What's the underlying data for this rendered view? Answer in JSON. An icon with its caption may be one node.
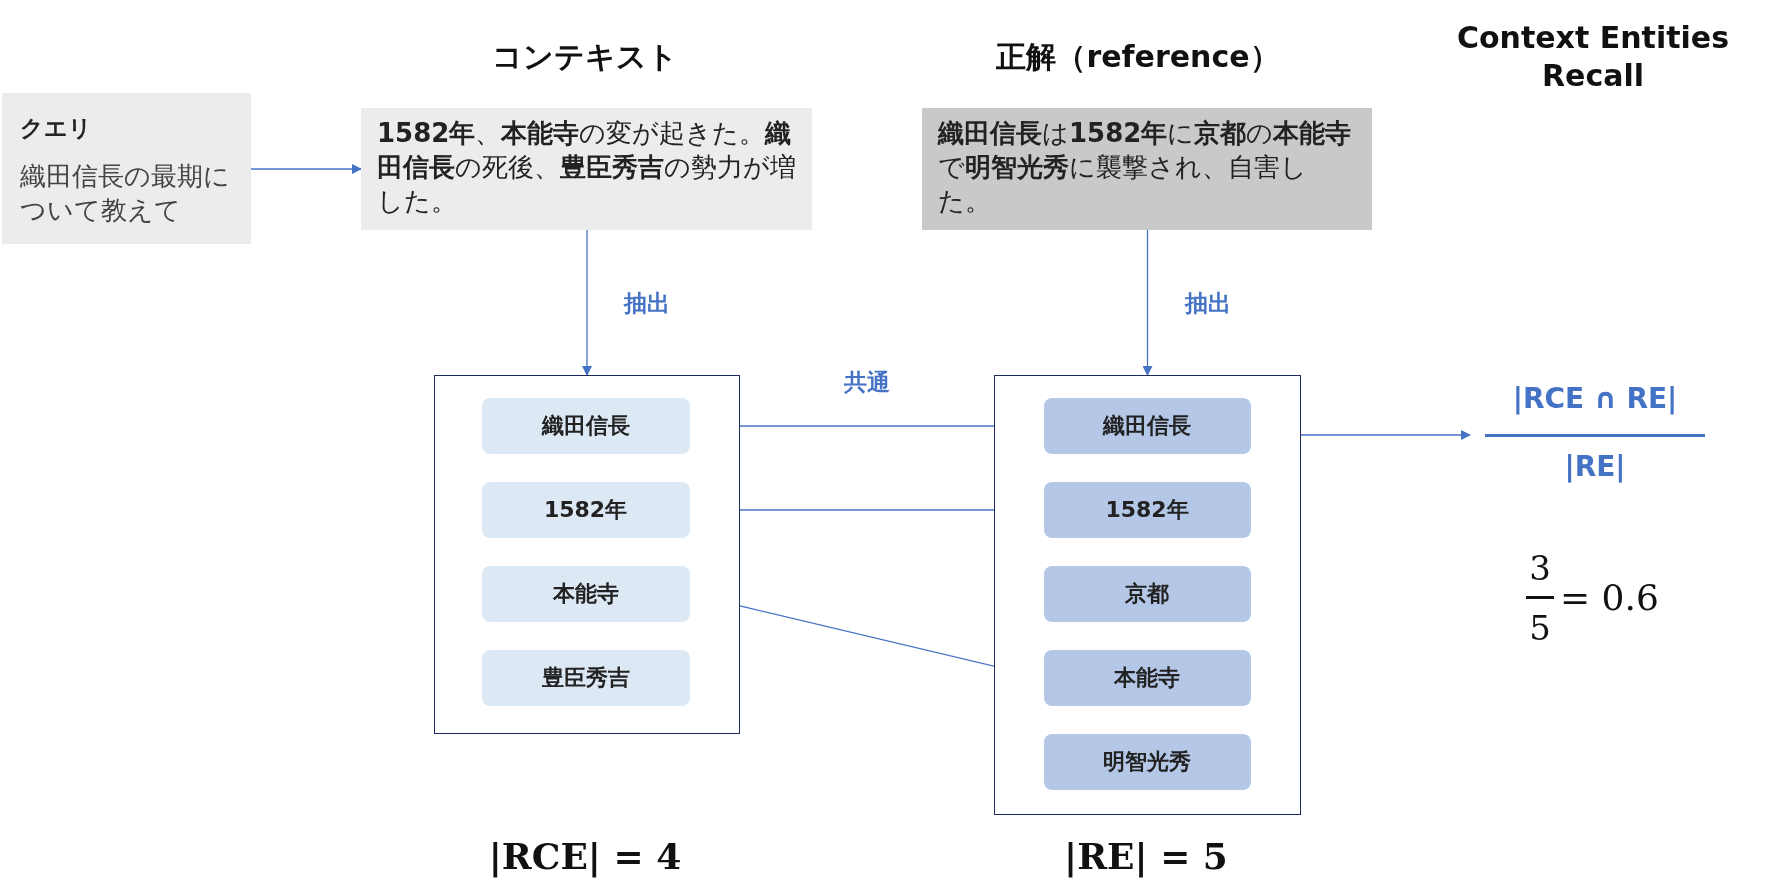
{
  "diagram": {
    "nodes": [
      {
        "text": [
          "クエリ",
          "織田信長の最期について教えて"
        ]
      },
      {
        "text": [
          "**1582年**、**本能寺**の変が起きた。**織田信長**の死後、**豊臣秀吉**の勢力が増した。"
        ]
      },
      {
        "text": [
          "**織田信長**は**1582年**に**京都**の**本能寺**で**明智光秀**に襲撃され、自害した。"
        ]
      },
      {
        "text": [],
        "shape": "box"
      },
      {
        "text": [
          "織田信長"
        ],
        "in": 3
      },
      {
        "text": [
          "1582年"
        ],
        "in": 3
      },
      {
        "text": [
          "本能寺"
        ],
        "in": 3
      },
      {
        "text": [
          "豊臣秀吉"
        ],
        "in": 3
      },
      {
        "text": [],
        "shape": "box"
      },
      {
        "text": [
          "織田信長"
        ],
        "in": 8
      },
      {
        "text": [
          "1582年"
        ],
        "in": 8
      },
      {
        "text": [
          "京都"
        ],
        "in": 8
      },
      {
        "text": [
          "本能寺"
        ],
        "in": 8
      },
      {
        "text": [
          "明智光秀"
        ],
        "in": 8
      },
      {
        "text": [
          "|RCE ∩ RE|",
          "|RE|"
        ]
      }
    ],
    "edges": [
      {
        "from": 0,
        "to": 1,
        "arrow": "to"
      },
      {
        "from": 1,
        "to": 3,
        "arrow": "to",
        "label": "抽出"
      },
      {
        "from": 2,
        "to": 8,
        "arrow": "to",
        "label": "抽出"
      },
      {
        "from": 4,
        "to": 9,
        "arrow": "none",
        "label": "共通"
      },
      {
        "from": 5,
        "to": 10,
        "arrow": "none"
      },
      {
        "from": 6,
        "to": 12,
        "arrow": "none"
      },
      {
        "from": 8,
        "to": 14,
        "arrow": "to"
      }
    ],
    "labels": [
      "コンテキスト",
      "正解（reference）",
      "Context Entities Recall",
      "3",
      "5",
      "= 0.6",
      "|RCE| = 4",
      "|RE| = 5"
    ]
  }
}
